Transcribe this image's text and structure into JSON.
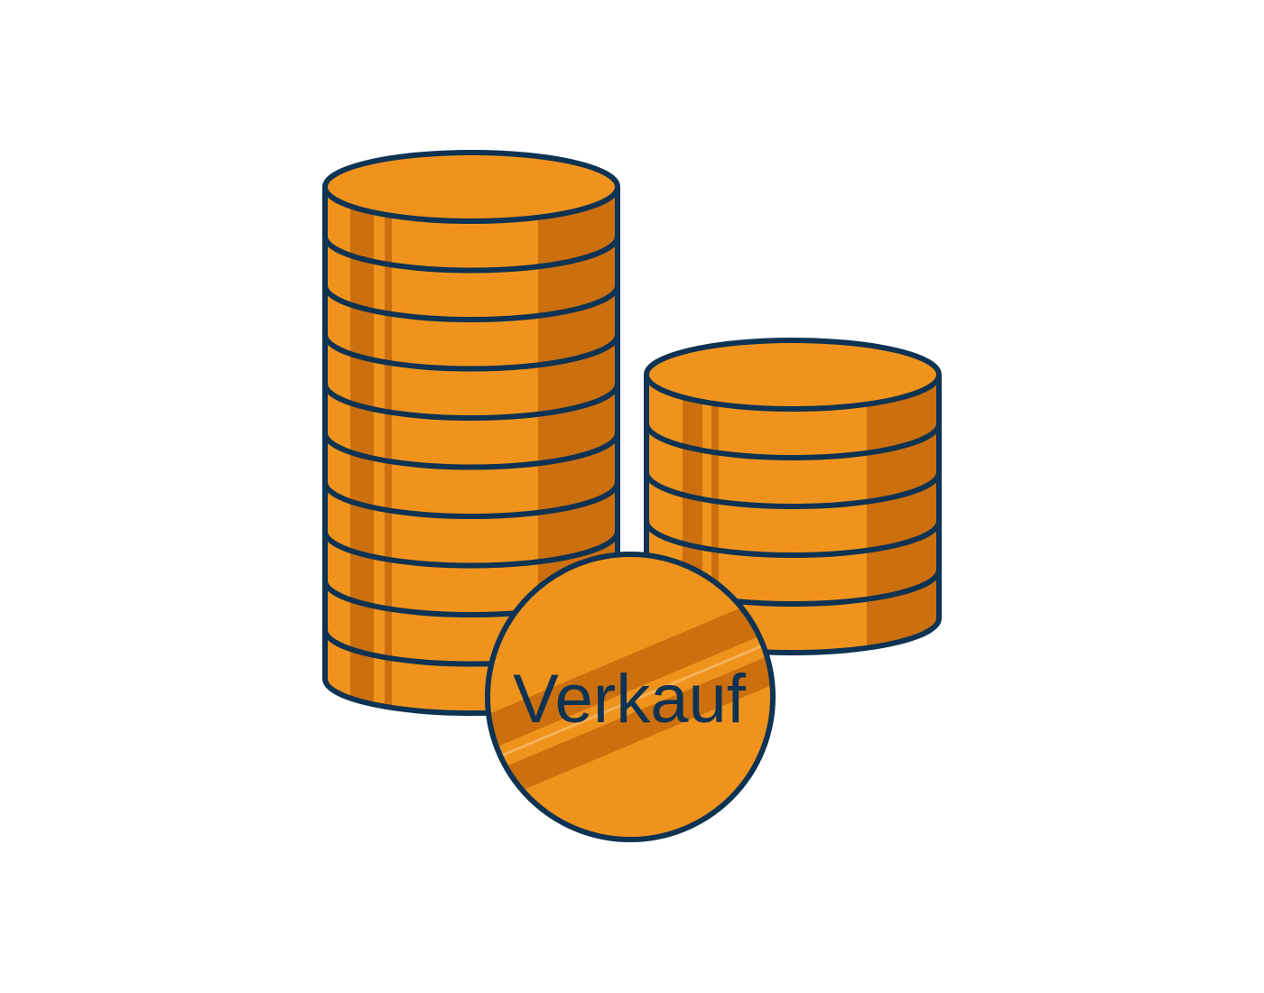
{
  "illustration": {
    "icon": "coin-stacks-icon",
    "coin_label": "Verkauf",
    "colors": {
      "coin_fill": "#F0931D",
      "coin_shade": "#CC6F0E",
      "outline": "#0E3353",
      "background": "#FFFFFF"
    },
    "tall_stack_coin_count": 10,
    "short_stack_coin_count": 5
  }
}
